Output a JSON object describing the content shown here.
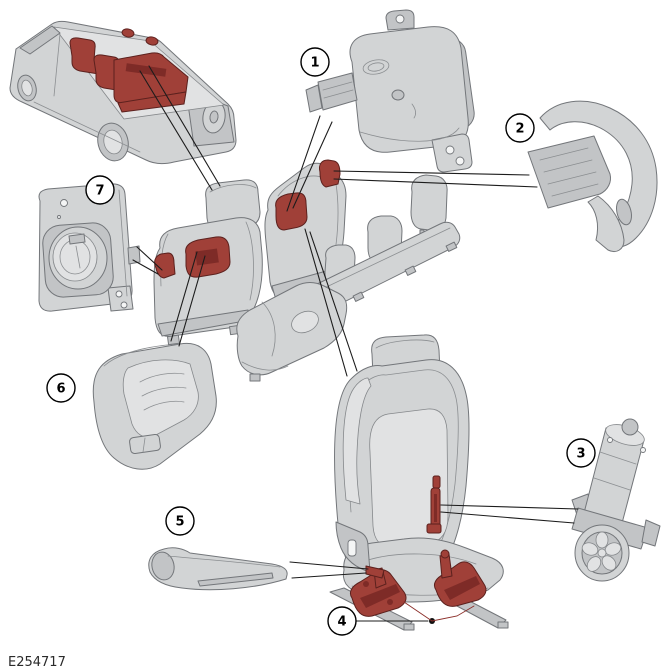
{
  "figure": {
    "code": "E254717"
  },
  "callouts": {
    "c1": {
      "label": "1"
    },
    "c2": {
      "label": "2"
    },
    "c3": {
      "label": "3"
    },
    "c4": {
      "label": "4"
    },
    "c5": {
      "label": "5"
    },
    "c6": {
      "label": "6"
    },
    "c7": {
      "label": "7"
    }
  },
  "colors": {
    "background": "#ffffff",
    "part_fill": "#d2d4d5",
    "highlight": "#a04038",
    "leader": "#1c1c1c"
  }
}
